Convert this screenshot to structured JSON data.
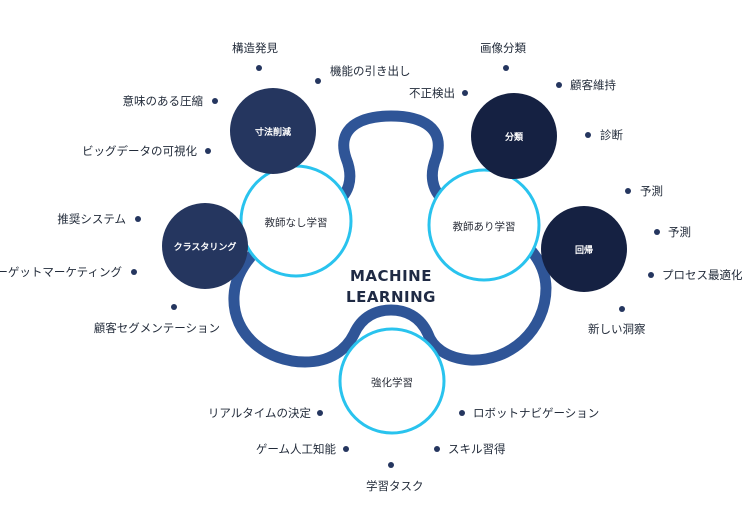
{
  "center": {
    "line1": "MACHINE",
    "line2": "LEARNING"
  },
  "colors": {
    "track": "#2f5597",
    "ring_stroke": "#29c3ee",
    "dot": "#25365f",
    "bubble_navy": "#25365f",
    "bubble_dark": "#152142"
  },
  "unsupervised": {
    "label": "教師なし学習",
    "dimensionality_reduction": {
      "label": "寸法削減",
      "items": [
        "構造発見",
        "機能の引き出し",
        "意味のある圧縮",
        "ビッグデータの可視化"
      ]
    },
    "clustering": {
      "label": "クラスタリング",
      "items": [
        "推奨システム",
        "ターゲットマーケティング",
        "顧客セグメンテーション"
      ]
    }
  },
  "supervised": {
    "label": "教師あり学習",
    "classification": {
      "label": "分類",
      "items": [
        "画像分類",
        "不正検出",
        "顧客維持",
        "診断"
      ]
    },
    "regression": {
      "label": "回帰",
      "items": [
        "予測",
        "予測",
        "プロセス最適化",
        "新しい洞察"
      ]
    }
  },
  "reinforcement": {
    "label": "強化学習",
    "items": [
      "リアルタイムの決定",
      "ロボットナビゲーション",
      "ゲーム人工知能",
      "スキル習得",
      "学習タスク"
    ]
  }
}
